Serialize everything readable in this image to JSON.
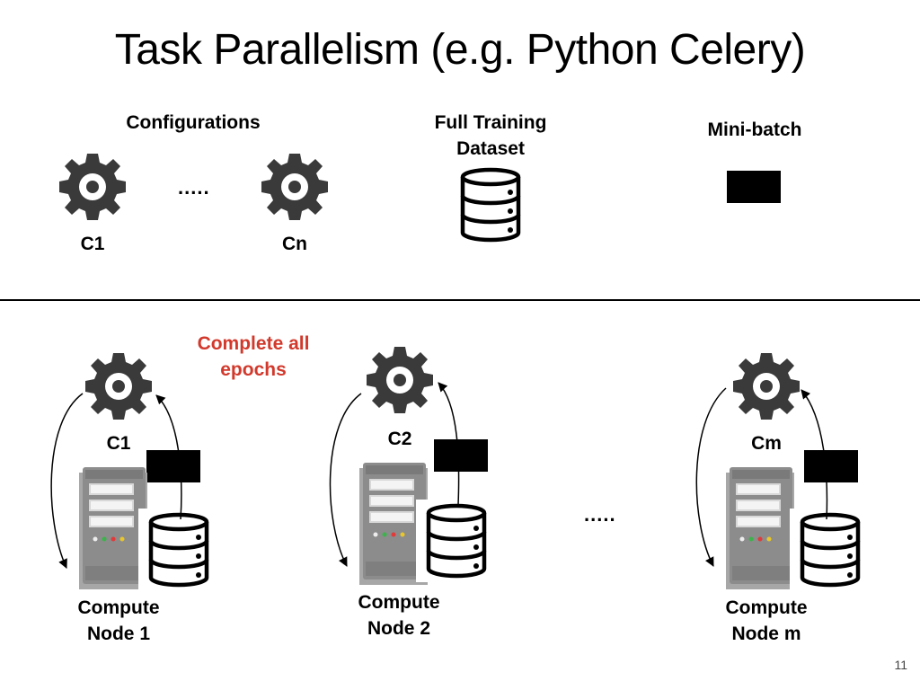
{
  "slide": {
    "title": "Task Parallelism (e.g. Python Celery)",
    "page_number": "11"
  },
  "top": {
    "configurations_label": "Configurations",
    "ellipsis": ".....",
    "config_first": "C1",
    "config_last": "Cn",
    "dataset_label_line1": "Full Training",
    "dataset_label_line2": "Dataset",
    "minibatch_label": "Mini-batch"
  },
  "bottom": {
    "annotation_line1": "Complete all",
    "annotation_line2": "epochs",
    "ellipsis": ".....",
    "nodes": [
      {
        "config": "C1",
        "label_line1": "Compute",
        "label_line2": "Node 1"
      },
      {
        "config": "C2",
        "label_line1": "Compute",
        "label_line2": "Node 2"
      },
      {
        "config": "Cm",
        "label_line1": "Compute",
        "label_line2": "Node m"
      }
    ]
  },
  "colors": {
    "gear": "#3a3a3a",
    "annotation": "#d2392c",
    "server_body": "#8c8c8c",
    "led_green": "#3cb44b",
    "led_red": "#e03a3a",
    "led_yellow": "#e8c62c"
  },
  "icons": {
    "gear": "gear-icon",
    "database": "database-icon",
    "server": "server-icon",
    "arrow": "curved-arrow"
  }
}
